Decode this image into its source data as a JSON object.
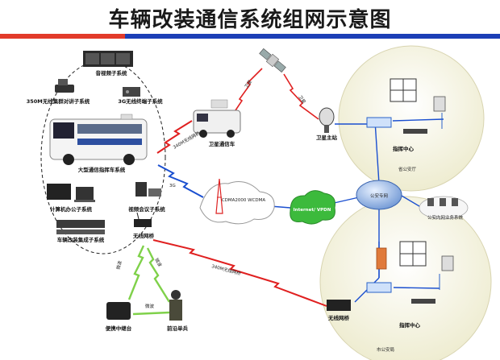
{
  "title": "车辆改装通信系统组网示意图",
  "labels": {
    "monitor": "音视频子系统",
    "radio350": "350M无线集群对讲子系统",
    "g3wireless": "3G无线终端子系统",
    "bus": "大型通信指挥车系统",
    "computer": "计算机办公子系统",
    "video_conf": "视频会议子系统",
    "vehicle_ctrl": "车辆改装集成子系统",
    "wireless_bridge": "无线网桥",
    "satellite_car": "卫星通信车",
    "sat_station": "卫星主站",
    "cmd_center1": "指挥中心",
    "provincial": "省公安厅",
    "private_net": "公安专网",
    "bureau_sys": "公安内网业务系统",
    "cmd_center2": "指挥中心",
    "city_bureau": "市公安局",
    "wireless_bridge2": "无线网桥",
    "portable": "便携中继台",
    "soldier": "前沿单兵",
    "cdma": "CDMA2000 WCDMA",
    "internet": "Internet/ VPDN",
    "link_340_a": "340M无线网桥",
    "link_340_b": "340M无线网桥",
    "link_3g": "3G",
    "sat_up": "卫星",
    "sat_down": "卫星",
    "wifi_a": "微波",
    "wifi_b": "微波",
    "wifi_c": "微波"
  },
  "colors": {
    "red_bar": "#e23b2a",
    "blue_bar": "#1c3fb6",
    "red_link": "#e02020",
    "blue_link": "#1a4fd0",
    "green_link": "#7fd14a",
    "cloud_green": "#3cba3c"
  }
}
